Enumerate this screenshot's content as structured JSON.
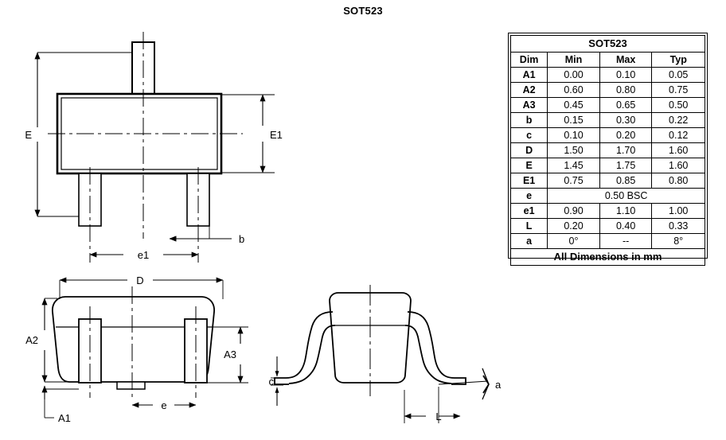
{
  "page": {
    "title": "SOT523",
    "background": "#ffffff",
    "line_color": "#000000"
  },
  "table": {
    "title": "SOT523",
    "headers": [
      "Dim",
      "Min",
      "Max",
      "Typ"
    ],
    "rows": [
      {
        "dim": "A1",
        "min": "0.00",
        "max": "0.10",
        "typ": "0.05"
      },
      {
        "dim": "A2",
        "min": "0.60",
        "max": "0.80",
        "typ": "0.75"
      },
      {
        "dim": "A3",
        "min": "0.45",
        "max": "0.65",
        "typ": "0.50"
      },
      {
        "dim": "b",
        "min": "0.15",
        "max": "0.30",
        "typ": "0.22"
      },
      {
        "dim": "c",
        "min": "0.10",
        "max": "0.20",
        "typ": "0.12"
      },
      {
        "dim": "D",
        "min": "1.50",
        "max": "1.70",
        "typ": "1.60"
      },
      {
        "dim": "E",
        "min": "1.45",
        "max": "1.75",
        "typ": "1.60"
      },
      {
        "dim": "E1",
        "min": "0.75",
        "max": "0.85",
        "typ": "0.80"
      },
      {
        "dim": "e",
        "span": "0.50 BSC"
      },
      {
        "dim": "e1",
        "min": "0.90",
        "max": "1.10",
        "typ": "1.00"
      },
      {
        "dim": "L",
        "min": "0.20",
        "max": "0.40",
        "typ": "0.33"
      },
      {
        "dim": "a",
        "min": "0°",
        "max": "--",
        "typ": "8°"
      }
    ],
    "footer": "All Dimensions in mm"
  },
  "views": {
    "top_view": {
      "name": "top-view",
      "dimension_labels": [
        "E",
        "E1",
        "e1",
        "b"
      ]
    },
    "side_view": {
      "name": "side-view",
      "dimension_labels": [
        "D",
        "A2",
        "A3",
        "A1",
        "e"
      ]
    },
    "end_view": {
      "name": "end-view",
      "dimension_labels": [
        "c",
        "L",
        "a"
      ]
    }
  },
  "labels": {
    "E": "E",
    "E1": "E1",
    "e1": "e1",
    "b": "b",
    "D": "D",
    "A1": "A1",
    "A2": "A2",
    "A3": "A3",
    "e": "e",
    "c": "c",
    "L": "L",
    "a": "a"
  }
}
